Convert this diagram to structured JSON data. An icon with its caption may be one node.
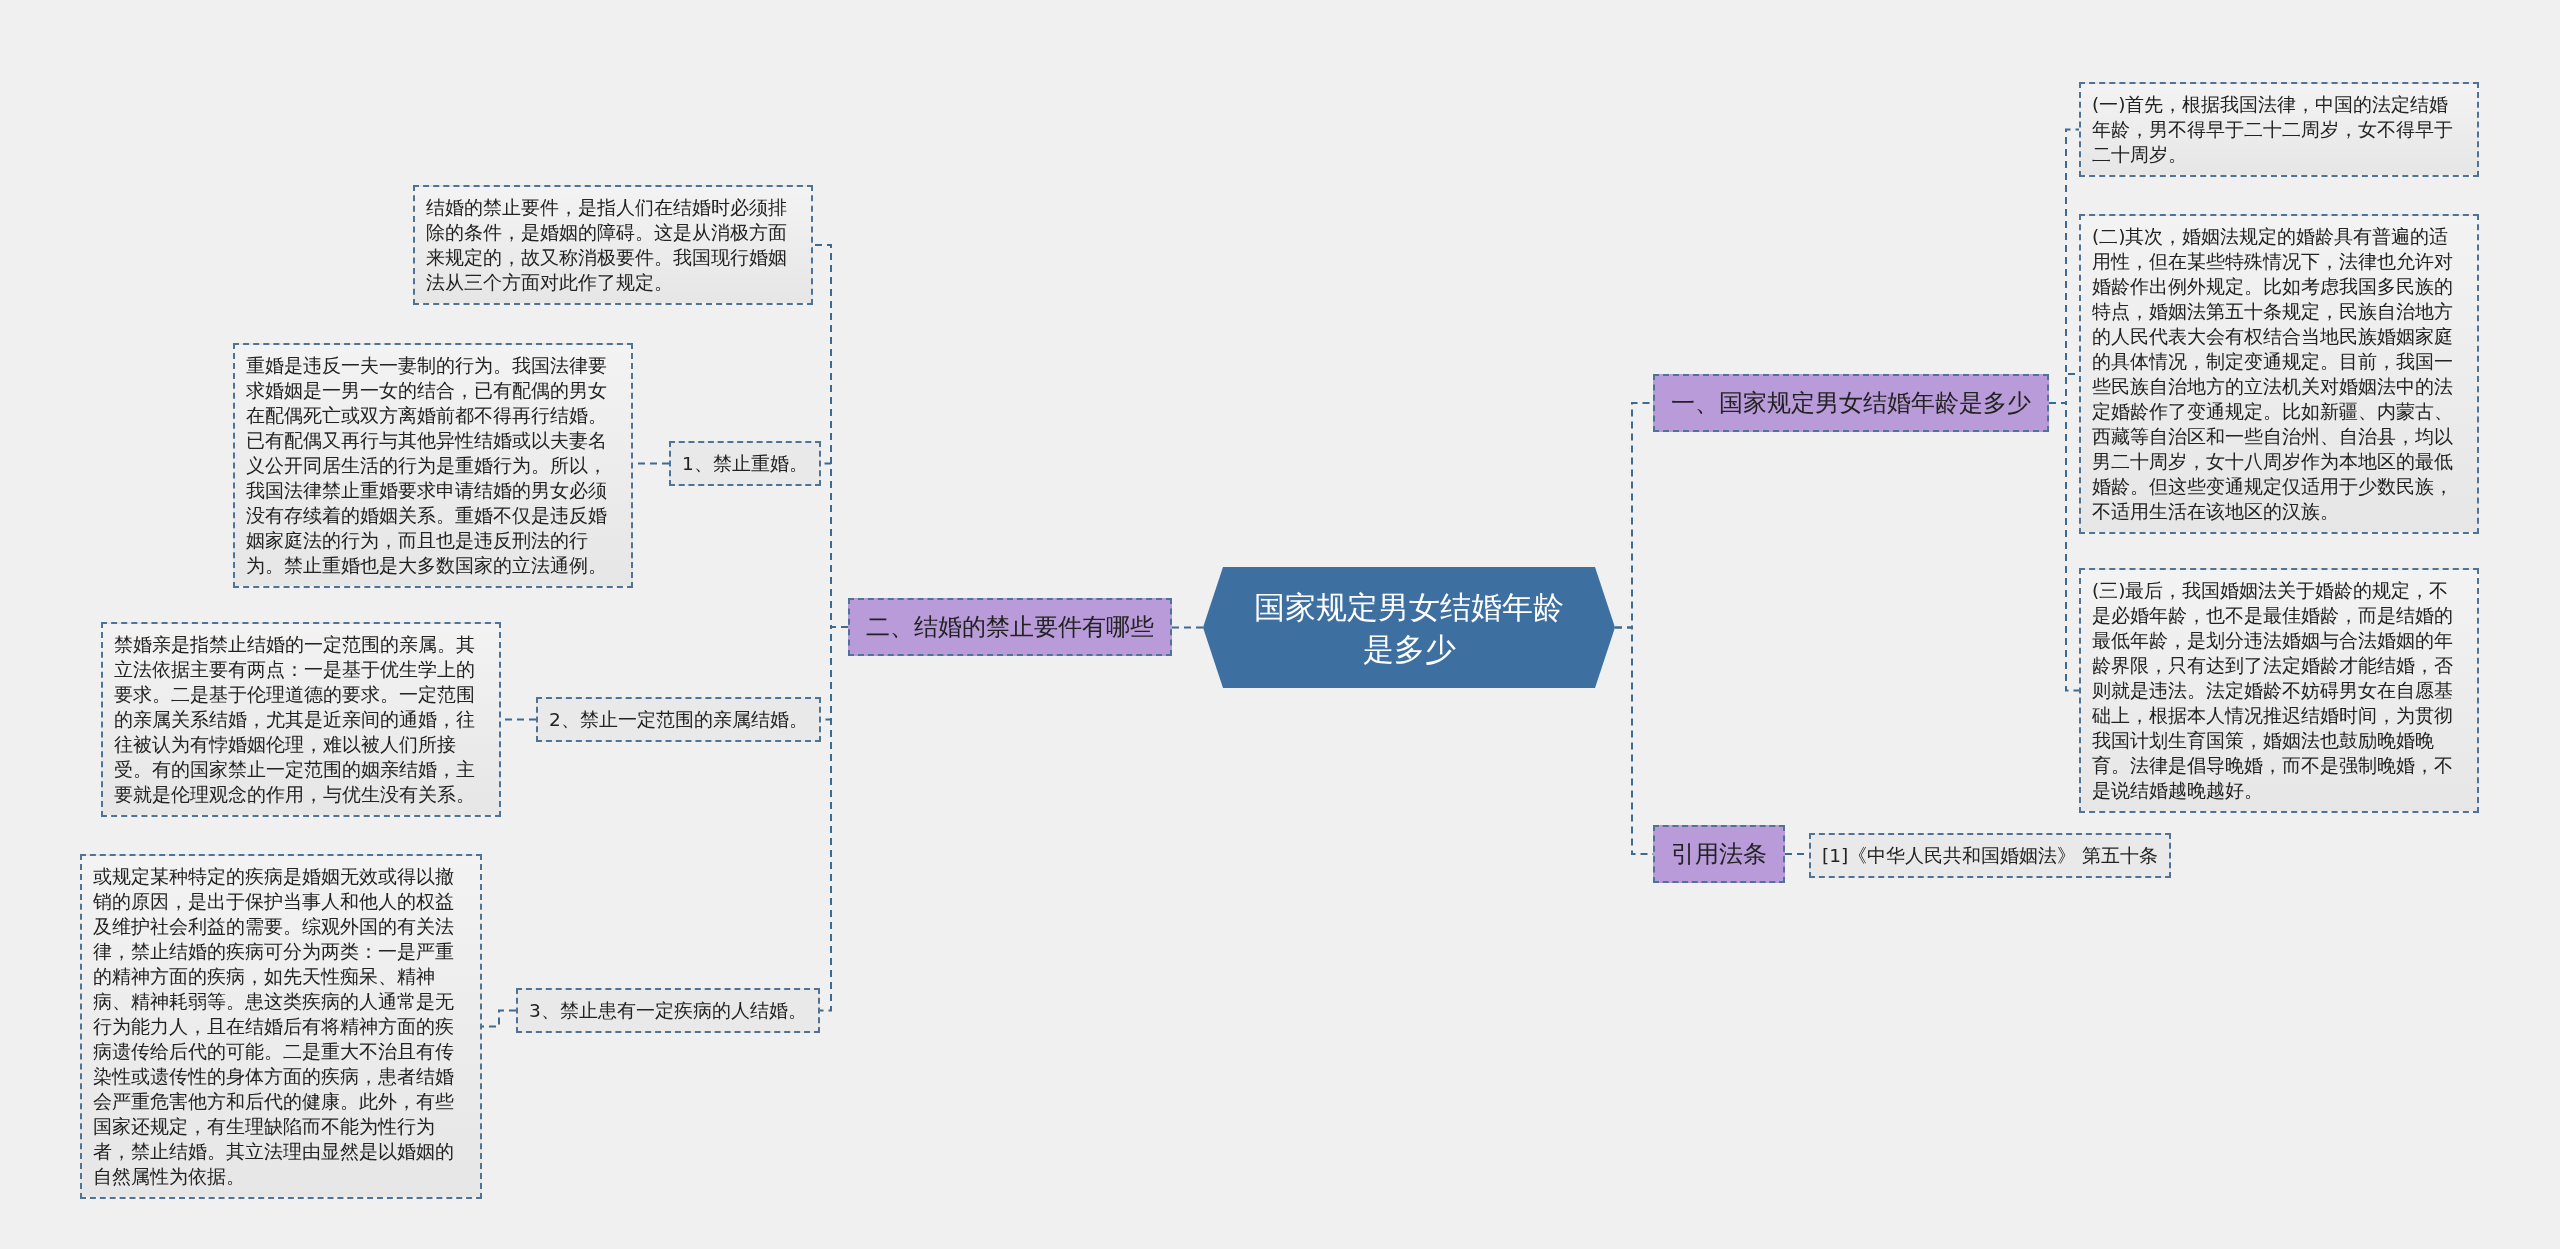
{
  "diagram": {
    "nodes": [
      {
        "text": [
          "国家规定男女结婚年龄是多少"
        ]
      },
      {
        "text": [
          "一、国家规定男女结婚年龄是多少"
        ]
      },
      {
        "text": [
          "(一)首先，根据我国法律，中国的法定结婚年龄，男不得早于二十二周岁，女不得早于二十周岁。"
        ]
      },
      {
        "text": [
          "(二)其次，婚姻法规定的婚龄具有普遍的适用性，但在某些特殊情况下，法律也允许对婚龄作出例外规定。比如考虑我国多民族的特点，婚姻法第五十条规定，民族自治地方的人民代表大会有权结合当地民族婚姻家庭的具体情况，制定变通规定。目前，我国一些民族自治地方的立法机关对婚姻法中的法定婚龄作了变通规定。比如新疆、内蒙古、西藏等自治区和一些自治州、自治县，均以男二十周岁，女十八周岁作为本地区的最低婚龄。但这些变通规定仅适用于少数民族，不适用生活在该地区的汉族。"
        ]
      },
      {
        "text": [
          "(三)最后，我国婚姻法关于婚龄的规定，不是必婚年龄，也不是最佳婚龄，而是结婚的最低年龄，是划分违法婚姻与合法婚姻的年龄界限，只有达到了法定婚龄才能结婚，否则就是违法。法定婚龄不妨碍男女在自愿基础上，根据本人情况推迟结婚时间，为贯彻我国计划生育国策，婚姻法也鼓励晚婚晚育。法律是倡导晚婚，而不是强制晚婚，不是说结婚越晚越好。"
        ]
      },
      {
        "text": [
          "引用法条"
        ]
      },
      {
        "text": [
          "[1]《中华人民共和国婚姻法》 第五十条"
        ]
      },
      {
        "text": [
          "二、结婚的禁止要件有哪些"
        ]
      },
      {
        "text": [
          "结婚的禁止要件，是指人们在结婚时必须排除的条件，是婚姻的障碍。这是从消极方面来规定的，故又称消极要件。我国现行婚姻法从三个方面对此作了规定。"
        ]
      },
      {
        "text": [
          "1、禁止重婚。"
        ]
      },
      {
        "text": [
          "重婚是违反一夫一妻制的行为。我国法律要求婚姻是一男一女的结合，已有配偶的男女在配偶死亡或双方离婚前都不得再行结婚。已有配偶又再行与其他异性结婚或以夫妻名义公开同居生活的行为是重婚行为。所以，我国法律禁止重婚要求申请结婚的男女必须没有存续着的婚姻关系。重婚不仅是违反婚姻家庭法的行为，而且也是违反刑法的行为。禁止重婚也是大多数国家的立法通例。"
        ]
      },
      {
        "text": [
          "2、禁止一定范围的亲属结婚。"
        ]
      },
      {
        "text": [
          "禁婚亲是指禁止结婚的一定范围的亲属。其立法依据主要有两点：一是基于优生学上的要求。二是基于伦理道德的要求。一定范围的亲属关系结婚，尤其是近亲间的通婚，往往被认为有悖婚姻伦理，难以被人们所接受。有的国家禁止一定范围的姻亲结婚，主要就是伦理观念的作用，与优生没有关系。"
        ]
      },
      {
        "text": [
          "3、禁止患有一定疾病的人结婚。"
        ]
      },
      {
        "text": [
          "或规定某种特定的疾病是婚姻无效或得以撤销的原因，是出于保护当事人和他人的权益及维护社会利益的需要。综观外国的有关法律，禁止结婚的疾病可分为两类：一是严重的精神方面的疾病，如先天性痴呆、精神病、精神耗弱等。患这类疾病的人通常是无行为能力人，且在结婚后有将精神方面的疾病遗传给后代的可能。二是重大不治且有传染性或遗传性的身体方面的疾病，患者结婚会严重危害他方和后代的健康。此外，有些国家还规定，有生理缺陷而不能为性行为者，禁止结婚。其立法理由显然是以婚姻的自然属性为依据。"
        ]
      }
    ],
    "edges": [
      {
        "from": 0,
        "to": 1,
        "arrow": "none"
      },
      {
        "from": 1,
        "to": 2,
        "arrow": "none"
      },
      {
        "from": 1,
        "to": 3,
        "arrow": "none"
      },
      {
        "from": 1,
        "to": 4,
        "arrow": "none"
      },
      {
        "from": 0,
        "to": 5,
        "arrow": "none"
      },
      {
        "from": 5,
        "to": 6,
        "arrow": "none"
      },
      {
        "from": 0,
        "to": 7,
        "arrow": "none"
      },
      {
        "from": 7,
        "to": 8,
        "arrow": "none"
      },
      {
        "from": 7,
        "to": 9,
        "arrow": "none"
      },
      {
        "from": 9,
        "to": 10,
        "arrow": "none"
      },
      {
        "from": 7,
        "to": 11,
        "arrow": "none"
      },
      {
        "from": 11,
        "to": 12,
        "arrow": "none"
      },
      {
        "from": 7,
        "to": 13,
        "arrow": "none"
      },
      {
        "from": 13,
        "to": 14,
        "arrow": "none"
      }
    ]
  }
}
